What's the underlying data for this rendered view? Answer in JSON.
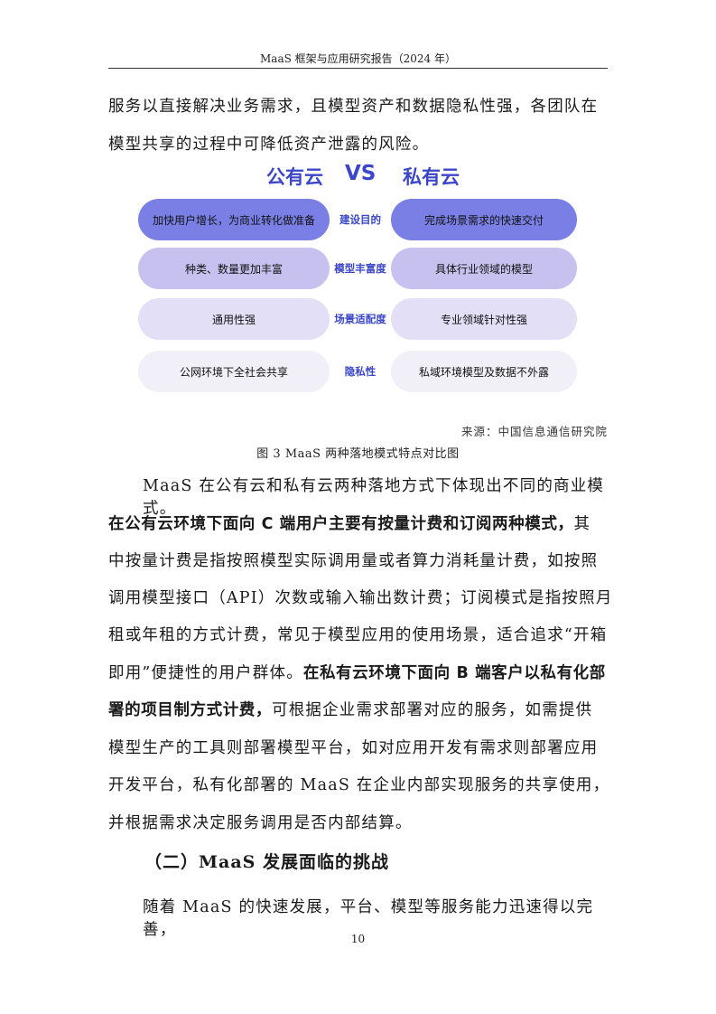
{
  "header": {
    "title": "MaaS 框架与应用研究报告（2024 年）"
  },
  "intro": {
    "line1": "服务以直接解决业务需求，且模型资产和数据隐私性强，各团队在",
    "line2": "模型共享的过程中可降低资产泄露的风险。"
  },
  "figure": {
    "left_title": "公有云",
    "vs": "VS",
    "right_title": "私有云",
    "rows": [
      {
        "left": "加快用户增长，为商业转化做准备",
        "label": "建设目的",
        "right": "完成场景需求的快速交付"
      },
      {
        "left": "种类、数量更加丰富",
        "label": "模型丰富度",
        "right": "具体行业领域的模型"
      },
      {
        "left": "通用性强",
        "label": "场景适配度",
        "right": "专业领域针对性强"
      },
      {
        "left": "公网环境下全社会共享",
        "label": "隐私性",
        "right": "私域环境模型及数据不外露"
      }
    ],
    "row_colors": [
      "#7a7fe6",
      "#c6c1ef",
      "#e2dff7",
      "#f1f0f8"
    ],
    "source": "来源：中国信息通信研究院",
    "caption": "图  3 MaaS 两种落地模式特点对比图"
  },
  "body": {
    "l1": "MaaS 在公有云和私有云两种落地方式下体现出不同的商业模式。",
    "l2_bold": "在公有云环境下面向 C 端用户主要有按量计费和订阅两种模式，",
    "l2_rest": "其",
    "l3": "中按量计费是指按照模型实际调用量或者算力消耗量计费，如按照",
    "l4": "调用模型接口（API）次数或输入输出数计费；订阅模式是指按照月",
    "l5": "租或年租的方式计费，常见于模型应用的使用场景，适合追求“开箱",
    "l6_start": "即用”便捷性的用户群体。",
    "l6_bold": "在私有云环境下面向 B 端客户以私有化部",
    "l7_bold": "署的项目制方式计费，",
    "l7_rest": "可根据企业需求部署对应的服务，如需提供",
    "l8": "模型生产的工具则部署模型平台，如对应用开发有需求则部署应用",
    "l9": "开发平台，私有化部署的 MaaS 在企业内部实现服务的共享使用，",
    "l10": "并根据需求决定服务调用是否内部结算。"
  },
  "section": {
    "title": "（二）MaaS 发展面临的挑战"
  },
  "closing": {
    "line": "随着 MaaS 的快速发展，平台、模型等服务能力迅速得以完善，"
  },
  "page": {
    "number": "10"
  }
}
